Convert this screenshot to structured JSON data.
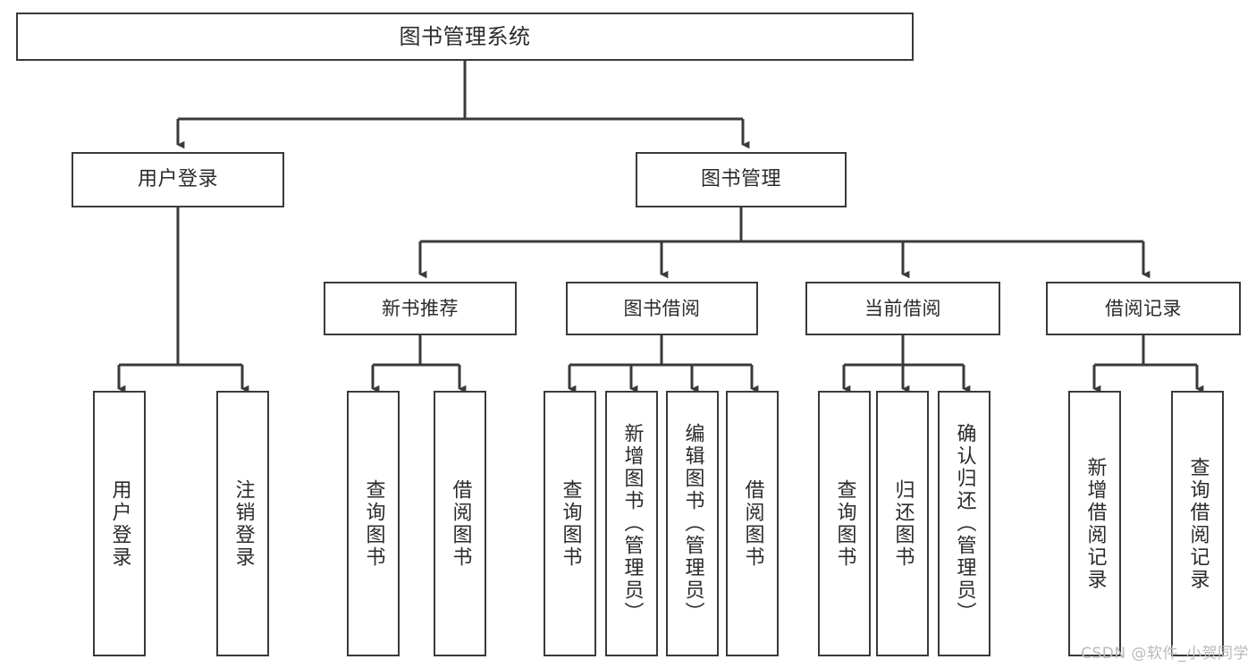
{
  "diagram": {
    "title": "图书管理系统",
    "type": "tree-hierarchy-chart",
    "watermark": "CSDN @软件_小贺同学",
    "line_color": "#3a3a3a",
    "text_color": "#2b2b2b",
    "background": "#ffffff"
  },
  "nodes": {
    "root": {
      "label": "图书管理系统"
    },
    "level1": [
      {
        "label": "用户登录"
      },
      {
        "label": "图书管理"
      }
    ],
    "level2": [
      {
        "label": "新书推荐"
      },
      {
        "label": "图书借阅"
      },
      {
        "label": "当前借阅"
      },
      {
        "label": "借阅记录"
      }
    ],
    "leaves": {
      "user_login": [
        {
          "label": "用户登录"
        },
        {
          "label": "注销登录"
        }
      ],
      "new_book_recommend": [
        {
          "label": "查询图书"
        },
        {
          "label": "借阅图书"
        }
      ],
      "book_borrow": [
        {
          "label": "查询图书"
        },
        {
          "label": "新增图书（管理员）"
        },
        {
          "label": "编辑图书（管理员）"
        },
        {
          "label": "借阅图书"
        }
      ],
      "current_borrow": [
        {
          "label": "查询图书"
        },
        {
          "label": "归还图书"
        },
        {
          "label": "确认归还（管理员）"
        }
      ],
      "borrow_record": [
        {
          "label": "新增借阅记录"
        },
        {
          "label": "查询借阅记录"
        }
      ]
    }
  }
}
